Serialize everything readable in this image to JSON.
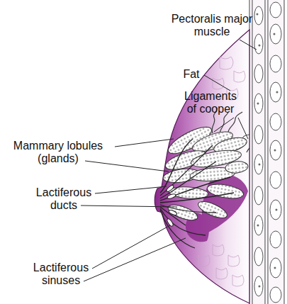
{
  "diagram": {
    "labels": [
      "Pectoralis major muscle",
      "Fat",
      "Ligaments of cooper",
      "Mammary lobules (glands)",
      "Lactiferous ducts",
      "Lactiferous sinuses"
    ]
  }
}
